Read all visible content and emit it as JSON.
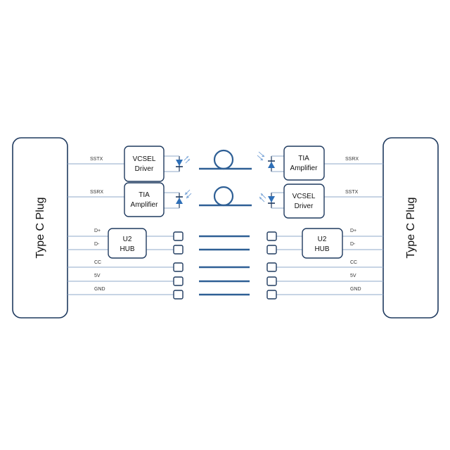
{
  "colors": {
    "outline": "#1f3a5f",
    "wire": "#8fa9c9",
    "accent": "#2e6fb7",
    "glow": "#7fa8d8"
  },
  "left_plug": {
    "label": "Type C Plug"
  },
  "right_plug": {
    "label": "Type C Plug"
  },
  "left": {
    "sstx": "SSTX",
    "ssrx": "SSRX",
    "vcsel": {
      "line1": "VCSEL",
      "line2": "Driver"
    },
    "tia": {
      "line1": "TIA",
      "line2": "Amplifier"
    },
    "hub": {
      "line1": "U2",
      "line2": "HUB"
    },
    "pins": {
      "dplus": "D+",
      "dminus": "D-",
      "cc": "CC",
      "v5": "5V",
      "gnd": "GND"
    }
  },
  "right": {
    "ssrx": "SSRX",
    "sstx": "SSTX",
    "tia": {
      "line1": "TIA",
      "line2": "Amplifier"
    },
    "vcsel": {
      "line1": "VCSEL",
      "line2": "Driver"
    },
    "hub": {
      "line1": "U2",
      "line2": "HUB"
    },
    "pins": {
      "dplus": "D+",
      "dminus": "D-",
      "cc": "CC",
      "v5": "5V",
      "gnd": "GND"
    }
  }
}
